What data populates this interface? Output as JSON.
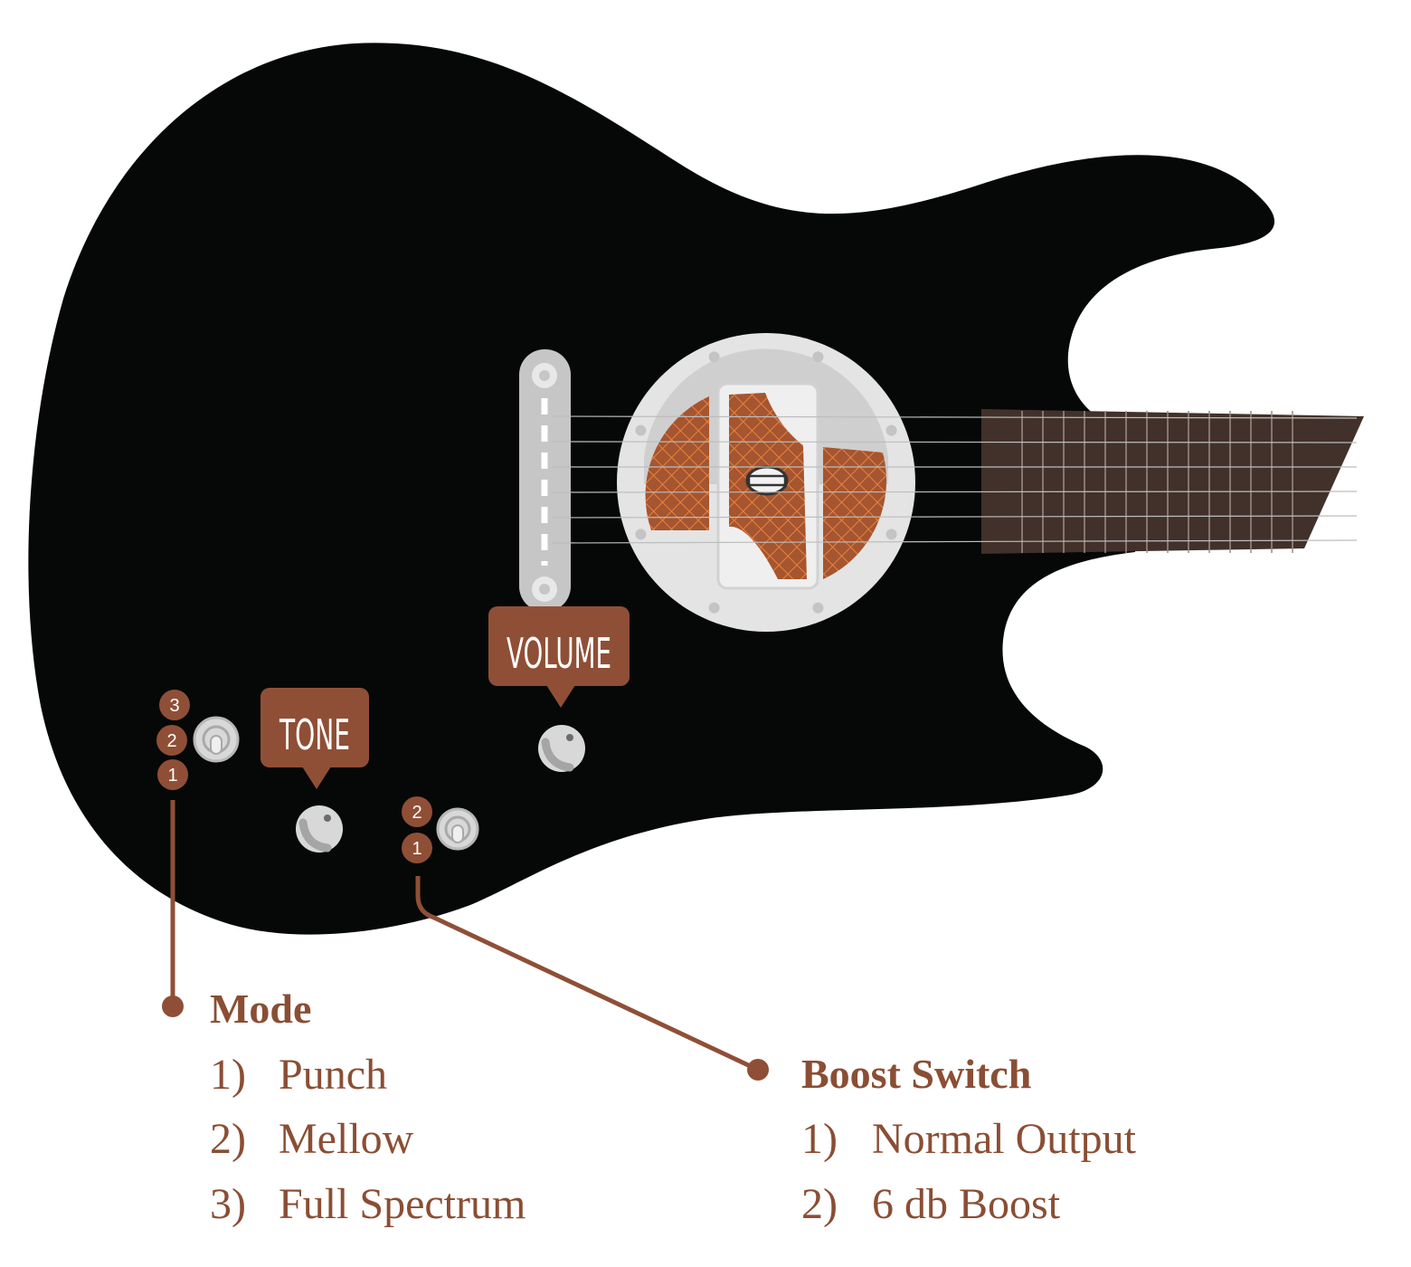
{
  "colors": {
    "body": "#060808",
    "accent": "#8f4f36",
    "legend_text": "#8a4e34",
    "metal": "#c9c9c9",
    "pickup_plate": "#e4e4e4",
    "fretboard": "#41312a",
    "grille": "#a55530"
  },
  "controls": {
    "volume_label": "VOLUME",
    "tone_label": "TONE"
  },
  "mode_switch": {
    "positions": [
      "3",
      "2",
      "1"
    ]
  },
  "boost_switch": {
    "positions": [
      "2",
      "1"
    ]
  },
  "legend": {
    "mode": {
      "title": "Mode",
      "items": [
        {
          "num": "1)",
          "label": "Punch"
        },
        {
          "num": "2)",
          "label": "Mellow"
        },
        {
          "num": "3)",
          "label": "Full Spectrum"
        }
      ]
    },
    "boost": {
      "title": "Boost Switch",
      "items": [
        {
          "num": "1)",
          "label": "Normal Output"
        },
        {
          "num": "2)",
          "label": "6 db Boost"
        }
      ]
    }
  }
}
